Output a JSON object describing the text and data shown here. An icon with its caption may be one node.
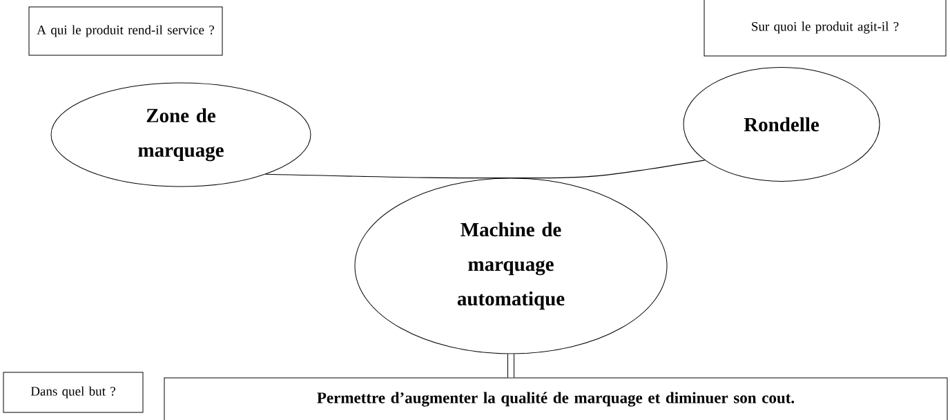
{
  "diagram": {
    "nodes": [
      {
        "text": [
          "A qui le produit rend-il service ?"
        ]
      },
      {
        "text": [
          "Sur quoi le produit agit-il ?"
        ]
      },
      {
        "text": [
          "Zone de marquage"
        ]
      },
      {
        "text": [
          "Rondelle"
        ]
      },
      {
        "text": [
          "Machine de marquage automatique"
        ]
      },
      {
        "text": [
          "Dans quel but ?"
        ]
      },
      {
        "text": [
          "Permettre d’augmenter la qualité de marquage et diminuer son cout."
        ]
      }
    ],
    "edges": [
      {
        "from": 2,
        "to": 4,
        "arrow": "none"
      },
      {
        "from": 4,
        "to": 3,
        "arrow": "none"
      },
      {
        "from": 4,
        "to": 6,
        "arrow": "none",
        "style": "thick"
      }
    ]
  }
}
